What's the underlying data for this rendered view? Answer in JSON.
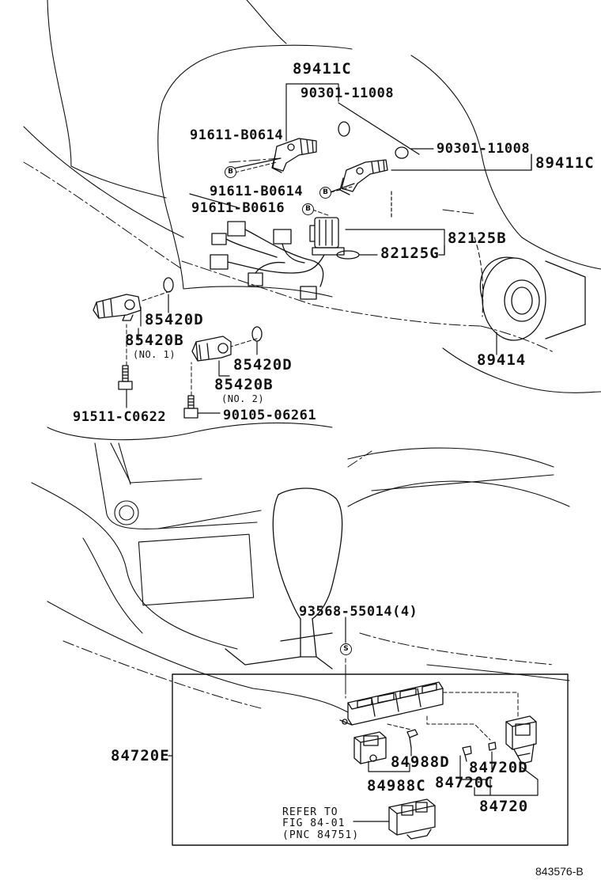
{
  "labels": {
    "p89411c_top": "89411C",
    "p90301_top": "90301-11008",
    "p91611_b0614_top": "91611-B0614",
    "p90301_right": "90301-11008",
    "p89411c_right": "89411C",
    "p91611_b0614_mid": "91611-B0614",
    "p91611_b0616": "91611-B0616",
    "p82125b": "82125B",
    "p82125g": "82125G",
    "p85420d_1": "85420D",
    "p85420b_1": "85420B",
    "no1": "(NO. 1)",
    "p85420d_2": "85420D",
    "p85420b_2": "85420B",
    "no2": "(NO. 2)",
    "p89414": "89414",
    "p91511": "91511-C0622",
    "p90105": "90105-06261",
    "p93568": "93568-55014(4)",
    "p84720e": "84720E",
    "p84988d": "84988D",
    "p84988c": "84988C",
    "p84720d": "84720D",
    "p84720c": "84720C",
    "p84720": "84720",
    "refer_line1": "REFER TO",
    "refer_line2": "FIG 84-01",
    "refer_line3": "(PNC 84751)",
    "figure_number": "843576-B"
  },
  "markers": {
    "b": "B",
    "s": "S"
  }
}
